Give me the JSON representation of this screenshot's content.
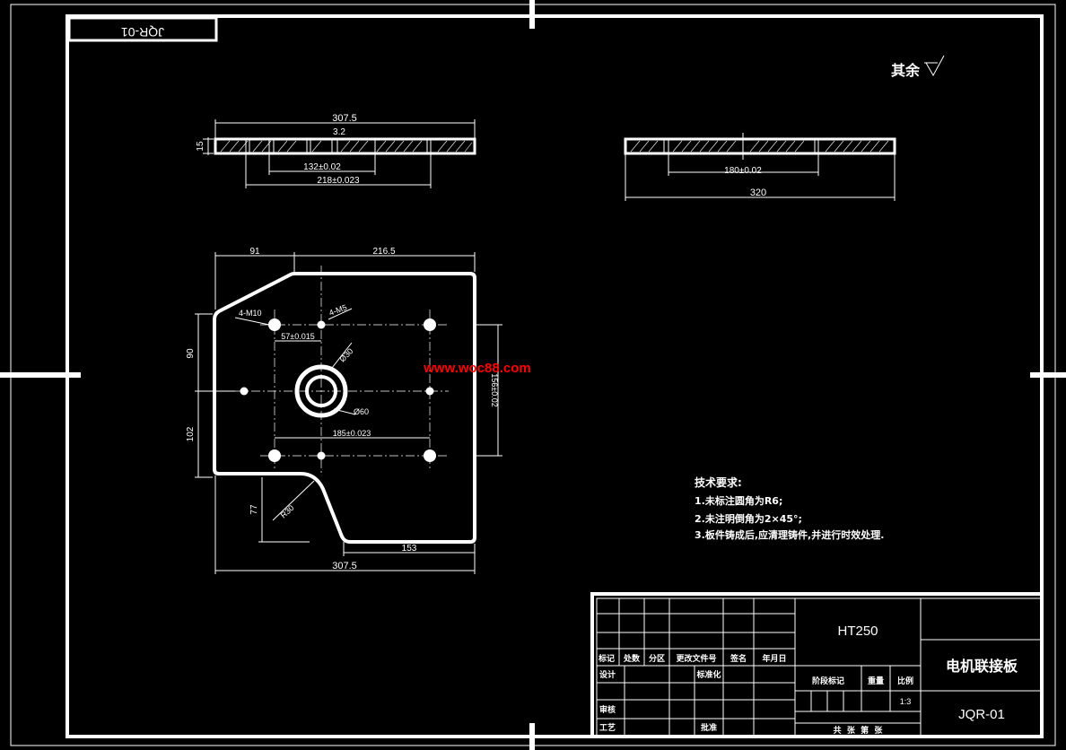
{
  "drawing": {
    "code_tag": "JQR-01",
    "roughness_note": "其余",
    "watermark": "www.woc88.com",
    "colors": {
      "line": "#ffffff",
      "background": "#000000",
      "watermark": "#ff0000"
    }
  },
  "side_view_left": {
    "dim_total": "307.5",
    "dim_thickness": "15",
    "dim_roughness": "3.2",
    "dim_inner": "132±0.02",
    "dim_outer": "218±0.023"
  },
  "side_view_right": {
    "dim_inner": "180±0.02",
    "dim_total": "320"
  },
  "plan_view": {
    "dim_left_top": "91",
    "dim_right_top": "216.5",
    "dim_left_upper": "90",
    "dim_left_lower": "102",
    "dim_bottom_left": "77",
    "dim_bottom_right": "153",
    "dim_bottom_total": "307.5",
    "label_m10": "4-M10",
    "label_m5": "4-M5",
    "dim_57": "57±0.015",
    "dim_d30": "Ø30",
    "dim_d60": "Ø60",
    "dim_185": "185±0.023",
    "dim_156": "156±0.02",
    "dim_r30": "R30"
  },
  "tech_requirements": {
    "title": "技术要求:",
    "items": [
      "1.未标注圆角为R6;",
      "2.未注明倒角为2×45°;",
      "3.板件铸成后,应清理铸件,并进行时效处理."
    ]
  },
  "title_block": {
    "material": "HT250",
    "part_name": "电机联接板",
    "part_code": "JQR-01",
    "scale_label": "比例",
    "scale_value": "1:3",
    "weight_label": "重量",
    "stage_label": "阶段标记",
    "sheet_text": "共  张  第  张",
    "row_headers": [
      "标记",
      "处数",
      "分区",
      "更改文件号",
      "签名",
      "年月日"
    ],
    "design": "设计",
    "standardize": "标准化",
    "review": "审核",
    "process": "工艺",
    "approve": "批准"
  }
}
